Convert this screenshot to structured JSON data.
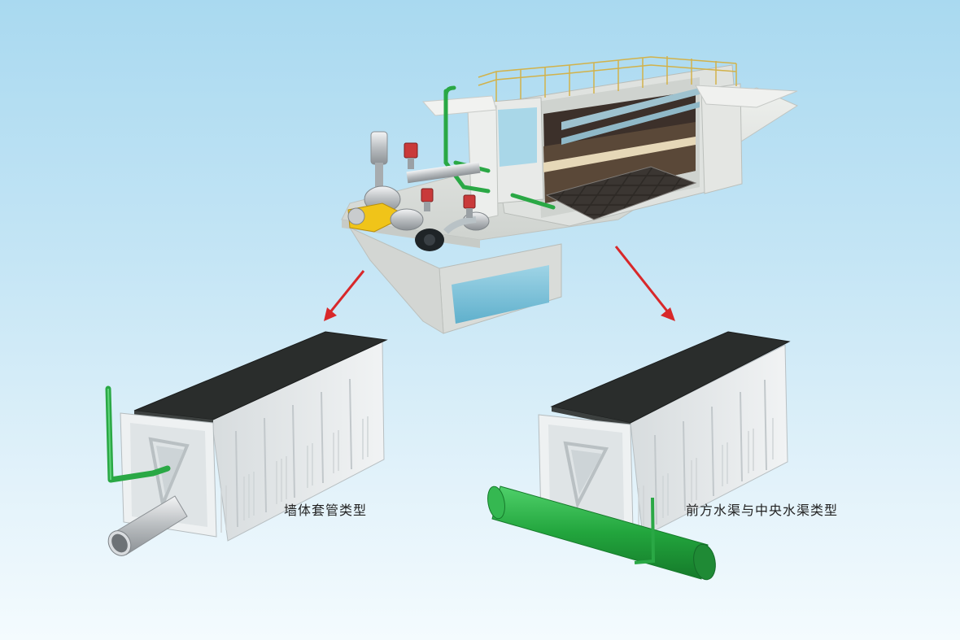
{
  "labels": {
    "wall_sleeve_type": "墙体套管类型",
    "front_central_channel_type": "前方水渠与中央水渠类型"
  },
  "colors": {
    "arrow": "#d8282a",
    "pipe_green": "#2db34a",
    "concrete": "#e4e6e3",
    "block_top": "#2a2d2c",
    "block_body": "#e3e7e8",
    "motor_yellow": "#f0c419",
    "valve_red": "#c93a3a"
  },
  "icons": {
    "arrow_left": "arrow-down-left",
    "arrow_right": "arrow-down-right"
  }
}
